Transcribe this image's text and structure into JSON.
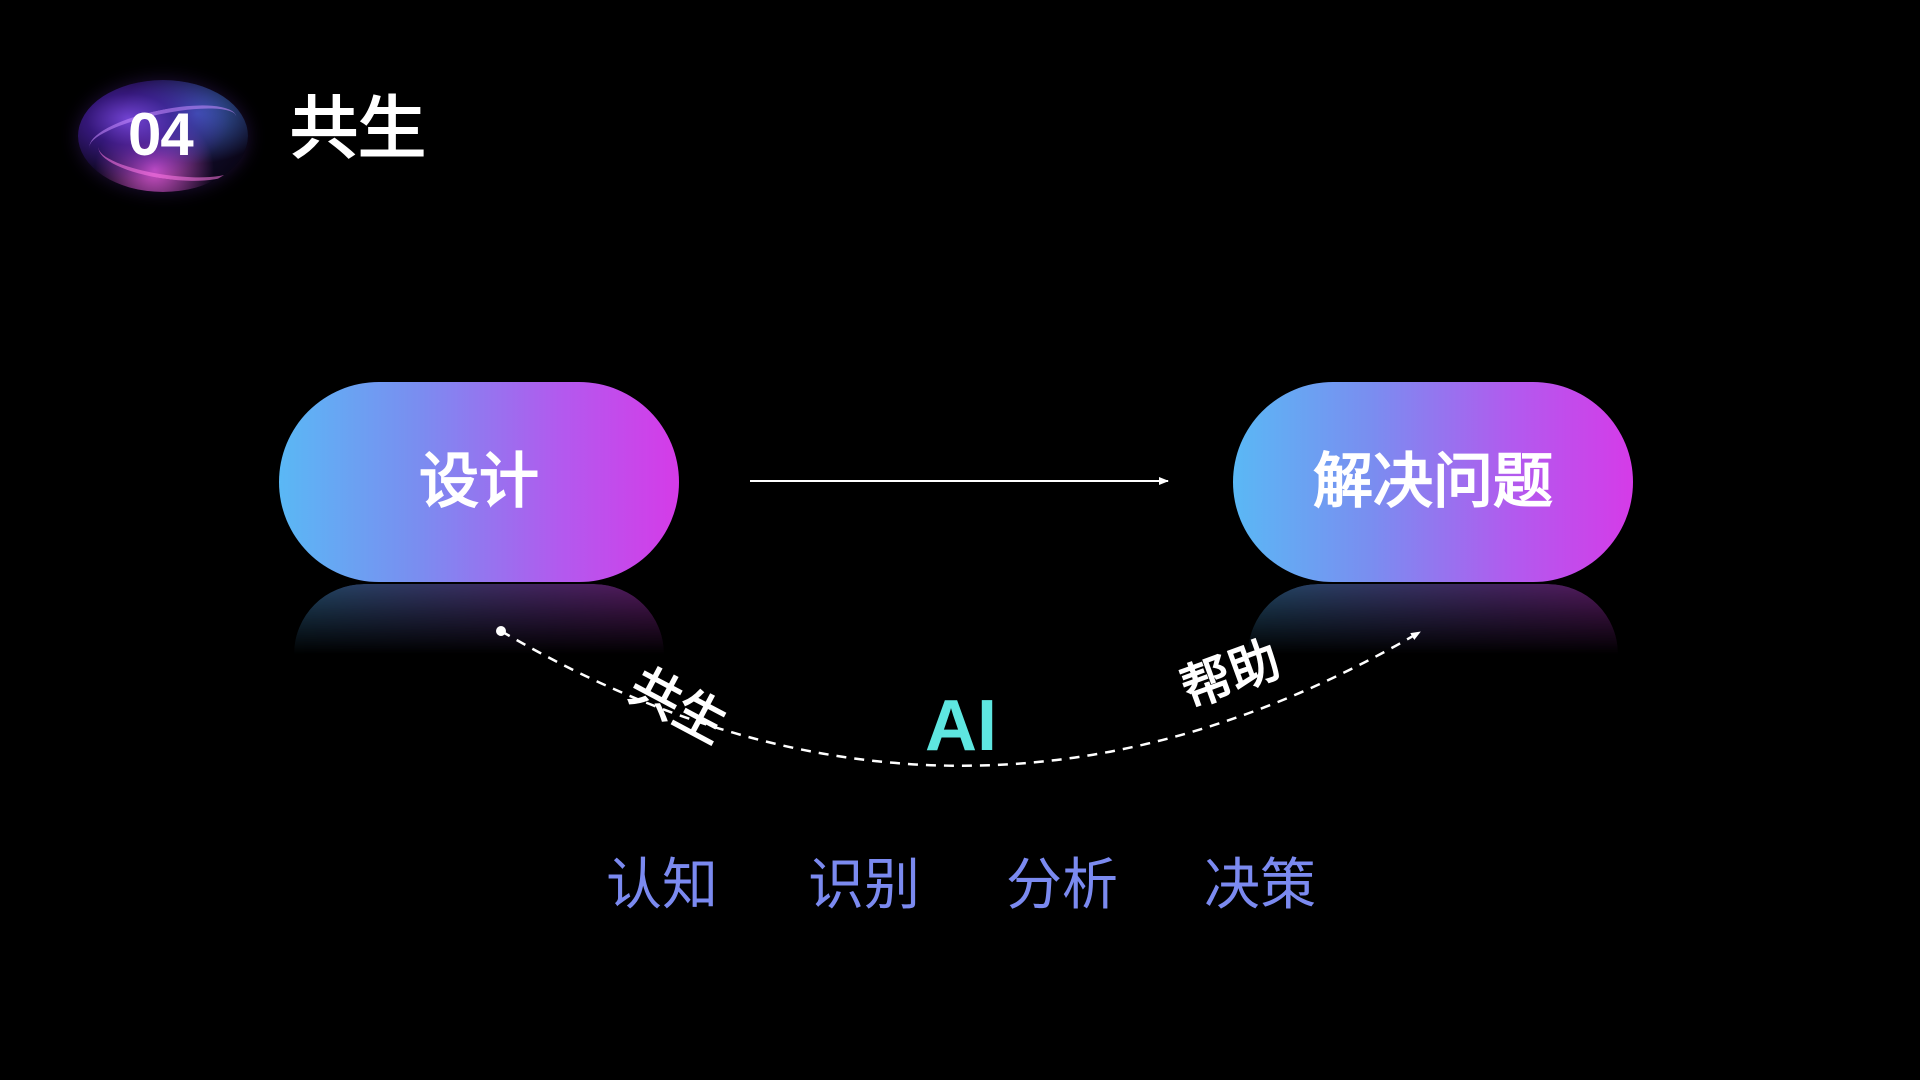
{
  "header": {
    "section_number": "04",
    "section_title": "共生"
  },
  "flow": {
    "source": "设计",
    "target": "解决问题"
  },
  "curve": {
    "left_label": "共生",
    "center_label": "AI",
    "right_label": "帮助"
  },
  "capabilities": [
    "认知",
    "识别",
    "分析",
    "决策"
  ],
  "colors": {
    "background": "#000000",
    "pill_gradient_start": "#5ab8f5",
    "pill_gradient_end": "#d53be8",
    "ai_label": "#5ee6e0",
    "capability_text": "#7b8af0",
    "title_text": "#ffffff"
  }
}
